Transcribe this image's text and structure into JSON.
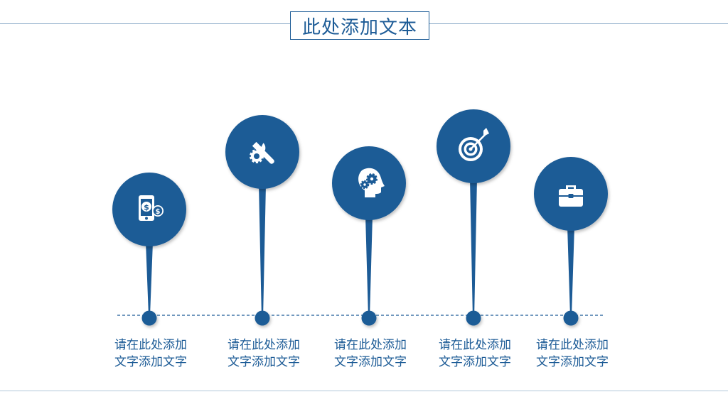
{
  "title": "此处添加文本",
  "colors": {
    "primary": "#1c5b96",
    "background": "#ffffff"
  },
  "items": [
    {
      "icon": "phone-dollar-icon",
      "line1": "请在此处添加",
      "line2": "文字添加文字"
    },
    {
      "icon": "wrench-gear-icon",
      "line1": "请在此处添加",
      "line2": "文字添加文字"
    },
    {
      "icon": "head-gears-icon",
      "line1": "请在此处添加",
      "line2": "文字添加文字"
    },
    {
      "icon": "target-arrow-icon",
      "line1": "请在此处添加",
      "line2": "文字添加文字"
    },
    {
      "icon": "briefcase-icon",
      "line1": "请在此处添加",
      "line2": "文字添加文字"
    }
  ]
}
